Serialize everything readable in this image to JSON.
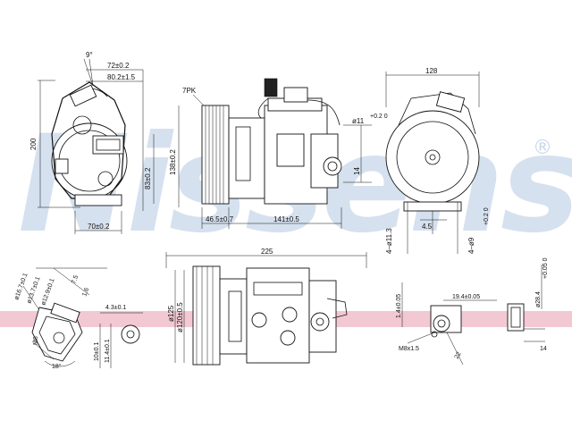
{
  "brand": {
    "watermark": "Nissens",
    "registered_mark": "®",
    "watermark_color": "#c9d7ea",
    "band_color": "#f2c8d2"
  },
  "views": {
    "side_view": {
      "angle": "9°",
      "dim_top_1": "72±0.2",
      "dim_top_2": "80.2±1.5",
      "dim_height": "200",
      "dim_bottom": "70±0.2",
      "dim_right": "83±0.2"
    },
    "front_view": {
      "pulley_label": "7PK",
      "dim_height": "138±0.2",
      "dim_hole": "ø11",
      "dim_hole_tol": "+0.2 0",
      "dim_pulley_offset": "46.5±0.7",
      "dim_length": "141±0.5",
      "dim_right": "14"
    },
    "rear_view": {
      "dim_width": "128",
      "dim_holes": "4–ø11.3",
      "dim_pin": "4.5",
      "dim_pin_dia": "4–ø9",
      "dim_pin_tol": "+0.2 0"
    },
    "fitting_view": {
      "dims": [
        "ø16.7±0.1",
        "ø13.7±0.1",
        "ø12.9±0.1",
        "7.5",
        "1.6"
      ],
      "dim_thread": "M8",
      "dim_angle": "18°",
      "dim_a": "4.3±0.1",
      "dim_b": "10±0.1",
      "dim_c": "11.4±0.1"
    },
    "bottom_view": {
      "dim_length": "225",
      "dim_pulley_outer": "ø125",
      "dim_pulley_inner": "ø120±0.5"
    },
    "port_view": {
      "dim_a": "1.4±0.05",
      "dim_b": "19.4±0.05",
      "dim_dia": "ø28.4",
      "dim_dia_tol": "+0.05 0",
      "dim_thread": "M8x1.5",
      "dim_c": "22",
      "dim_d": "14"
    }
  }
}
